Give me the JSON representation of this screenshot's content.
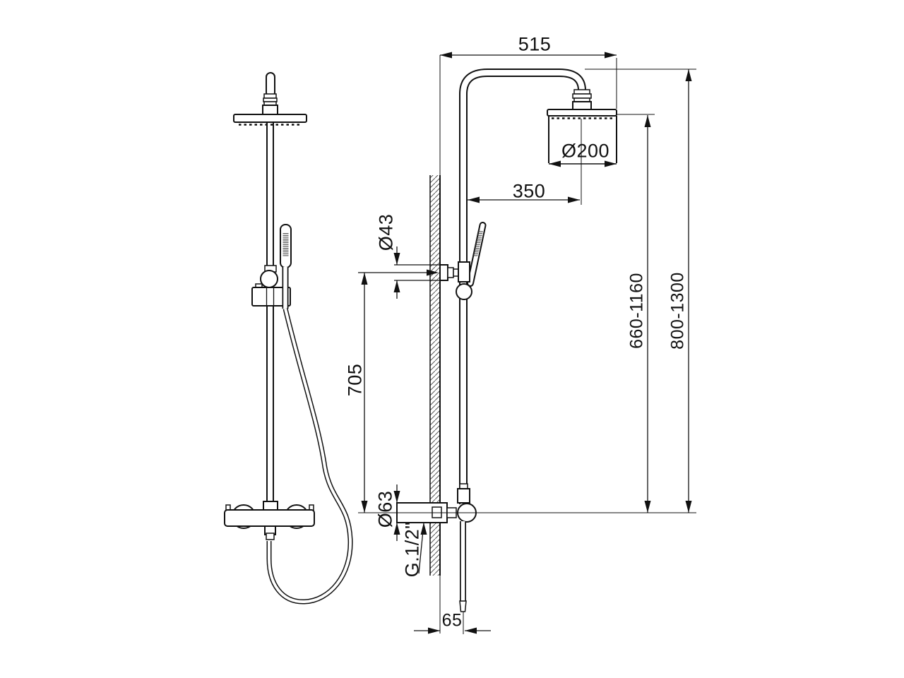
{
  "page": {
    "background": "#ffffff",
    "line_color": "#111111"
  },
  "drawing": {
    "type": "technical-drawing",
    "subject": "shower column with overhead rain shower, hand shower and thermostatic mixer — front and side elevations",
    "views": [
      {
        "id": "front-view"
      },
      {
        "id": "side-view"
      }
    ],
    "dimensions": {
      "top_width": "515",
      "arm_reach": "350",
      "head_diameter": "Ø200",
      "bracket_diameter": "Ø43",
      "bracket_to_valve_height": "705",
      "valve_rosette_diameter": "Ø63",
      "connection_thread": "G.1/2\"",
      "hose_offset": "65",
      "head_to_valve_range": "660-1160",
      "total_height_range": "800-1300"
    }
  }
}
